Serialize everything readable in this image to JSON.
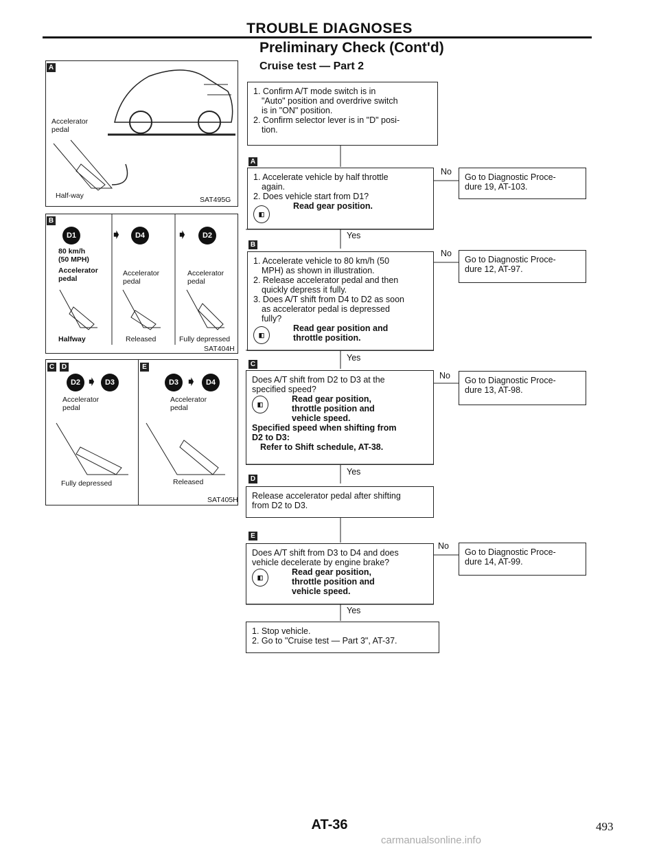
{
  "header": {
    "title": "TROUBLE DIAGNOSES",
    "subtitle": "Preliminary Check (Cont'd)",
    "section": "Cruise test — Part 2"
  },
  "flow": {
    "start": [
      "1. Confirm A/T mode switch is in",
      "\"Auto\" position and overdrive switch",
      "is in \"ON\" position.",
      "2. Confirm selector lever is in \"D\" posi-",
      "tion."
    ],
    "a": {
      "tag": "A",
      "lines": [
        "1. Accelerate vehicle by half throttle",
        "again.",
        "2. Does vehicle start from D1?"
      ],
      "bold": [
        "Read gear position."
      ],
      "no": "No",
      "yes": "Yes",
      "result": "Go to Diagnostic Proce-\ndure 19, AT-103."
    },
    "b": {
      "tag": "B",
      "lines": [
        "1. Accelerate vehicle to 80 km/h (50",
        "MPH) as shown in illustration.",
        "2. Release accelerator pedal and then",
        "quickly depress it fully.",
        "3. Does A/T shift from D4 to D2 as soon",
        "as accelerator pedal is depressed",
        "fully?"
      ],
      "bold": [
        "Read gear position and",
        "throttle position."
      ],
      "no": "No",
      "yes": "Yes",
      "result": "Go to Diagnostic Proce-\ndure 12, AT-97."
    },
    "c": {
      "tag": "C",
      "lines": [
        "Does A/T shift from D2 to D3 at the",
        "specified speed?"
      ],
      "bold": [
        "Read gear position,",
        "throttle position and",
        "vehicle speed.",
        "Specified speed when shifting from",
        "D2 to D3:",
        "Refer to Shift schedule, AT-38."
      ],
      "no": "No",
      "yes": "Yes",
      "result": "Go to Diagnostic Proce-\ndure 13, AT-98."
    },
    "d": {
      "tag": "D",
      "lines": [
        "Release accelerator pedal after shifting",
        "from D2 to D3."
      ]
    },
    "e": {
      "tag": "E",
      "lines": [
        "Does A/T shift from D3 to D4 and does",
        "vehicle decelerate by engine brake?"
      ],
      "bold": [
        "Read gear position,",
        "throttle position and",
        "vehicle speed."
      ],
      "no": "No",
      "yes": "Yes",
      "result": "Go to Diagnostic Proce-\ndure 14, AT-99."
    },
    "end": [
      "1. Stop vehicle.",
      "2. Go to \"Cruise test — Part 3\", AT-37."
    ]
  },
  "illustrations": {
    "panelA": {
      "tag": "A",
      "pedal": "Accelerator\npedal",
      "half": "Half-way",
      "code": "SAT495G"
    },
    "panelB": {
      "tag": "B",
      "g1": "D1",
      "g2": "D4",
      "g3": "D2",
      "speed": "80 km/h\n(50 MPH)",
      "acc1": "Accelerator\npedal",
      "acc2": "Accelerator\npedal",
      "acc3": "Accelerator\npedal",
      "s1": "Halfway",
      "s2": "Released",
      "s3": "Fully depressed",
      "code": "SAT404H"
    },
    "panelC": {
      "tag1": "C",
      "tag2": "D",
      "g1": "D2",
      "g2": "D3",
      "acc": "Accelerator\npedal",
      "state": "Fully depressed"
    },
    "panelE": {
      "tag": "E",
      "g1": "D3",
      "g2": "D4",
      "acc": "Accelerator\npedal",
      "state": "Released",
      "code": "SAT405H"
    }
  },
  "footer": {
    "page_code": "AT-36",
    "page_number": "493",
    "watermark": "carmanualsonline.info"
  }
}
